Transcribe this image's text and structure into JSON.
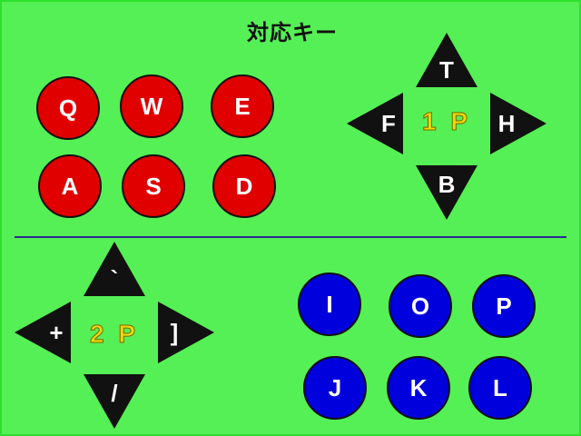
{
  "title": "対応キー",
  "p1": {
    "label": "1 P",
    "buttons": [
      "Q",
      "W",
      "E",
      "A",
      "S",
      "D"
    ],
    "dpad": {
      "up": "T",
      "down": "B",
      "left": "F",
      "right": "H"
    }
  },
  "p2": {
    "label": "2 P",
    "buttons": [
      "I",
      "O",
      "P",
      "J",
      "K",
      "L"
    ],
    "dpad": {
      "up": "`",
      "down": "/",
      "left": "+",
      "right": "]"
    }
  },
  "colors": {
    "background": "#55f055",
    "p1_button": "#e00000",
    "p2_button": "#0000dd",
    "arrow": "#111111",
    "player_label": "#e8e000",
    "divider": "#2b2b8c"
  }
}
